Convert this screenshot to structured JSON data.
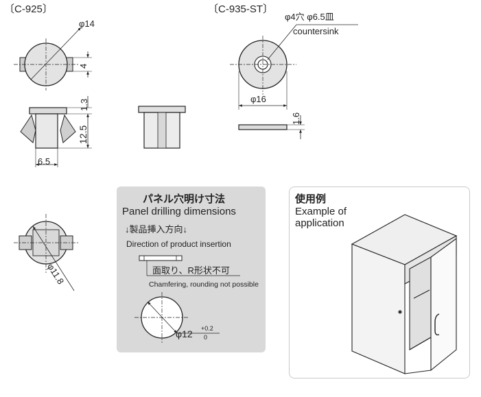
{
  "models": {
    "c925": "〔C-925〕",
    "c935": "〔C-935-ST〕"
  },
  "dimensions": {
    "d14": "φ14",
    "w4": "4",
    "h1_3": "1.3",
    "h12_5": "12.5",
    "w6_5": "6.5",
    "d16": "φ16",
    "t1_6": "1.6",
    "d11_8": "φ11.8",
    "hole": "φ4穴 φ6.5皿",
    "countersink": "countersink"
  },
  "panel_drilling": {
    "title_jp": "パネル穴明け寸法",
    "title_en": "Panel drilling dimensions",
    "direction_jp": "↓製品挿入方向↓",
    "direction_en": "Direction of product insertion",
    "chamfer_jp": "面取り、R形状不可",
    "chamfer_en": "Chamfering, rounding not possible",
    "hole_base": "φ12",
    "tol_upper": "+0.2",
    "tol_lower": "0"
  },
  "application": {
    "title_jp": "使用例",
    "title_en_1": "Example of",
    "title_en_2": "application"
  }
}
